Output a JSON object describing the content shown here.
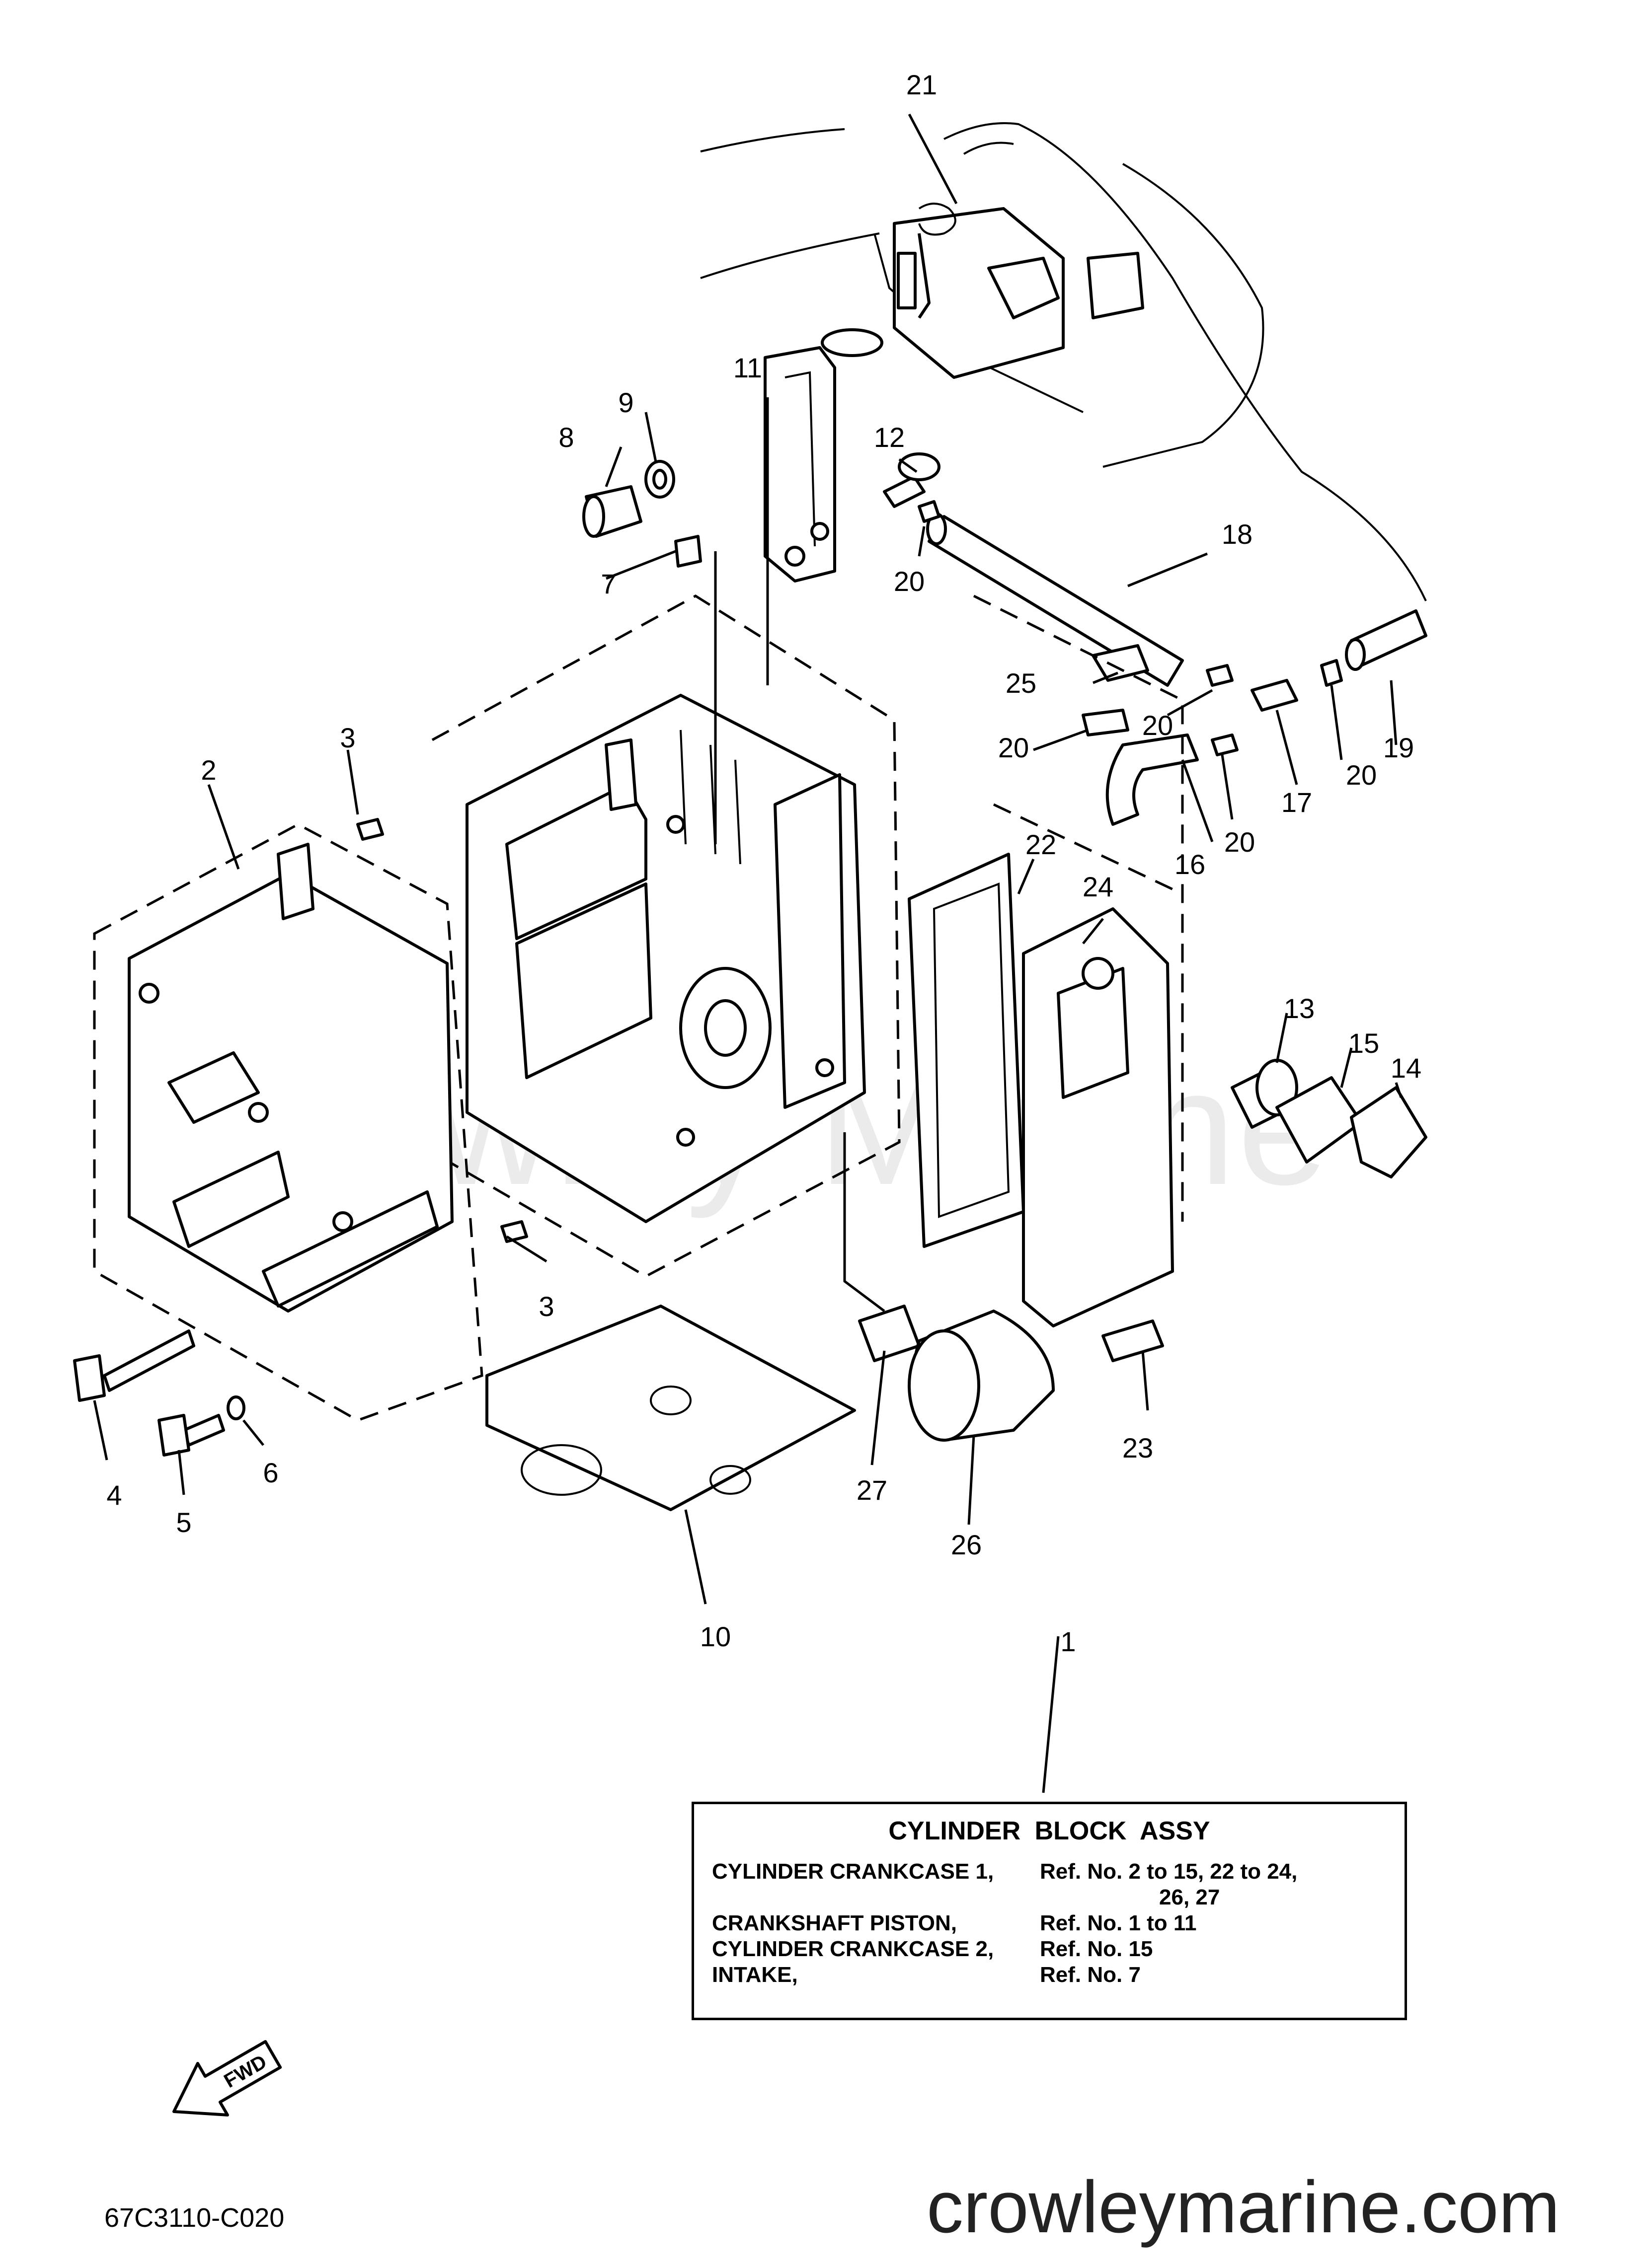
{
  "callouts": [
    "1",
    "2",
    "3",
    "3",
    "4",
    "5",
    "6",
    "7",
    "8",
    "9",
    "10",
    "11",
    "12",
    "13",
    "14",
    "15",
    "16",
    "17",
    "18",
    "19",
    "20",
    "20",
    "20",
    "20",
    "20",
    "21",
    "22",
    "23",
    "24",
    "25",
    "26",
    "27"
  ],
  "legend": {
    "title": "CYLINDER  BLOCK ASSY",
    "rows": [
      {
        "label": "CYLINDER CRANKCASE 1,",
        "refs": "Ref. No. 2 to 15, 22 to 24,"
      },
      {
        "label": "",
        "refs": "26, 27"
      },
      {
        "label": "CRANKSHAFT PISTON,",
        "refs": "Ref. No. 1 to 11"
      },
      {
        "label": "CYLINDER CRANKCASE 2,",
        "refs": "Ref. No. 15"
      },
      {
        "label": "INTAKE,",
        "refs": "Ref. No. 7"
      }
    ]
  },
  "fwd_label": "FWD",
  "diagram_code": "67C3110-C020",
  "watermark": "Crowley Marine",
  "site_url": "crowleymarine.com"
}
